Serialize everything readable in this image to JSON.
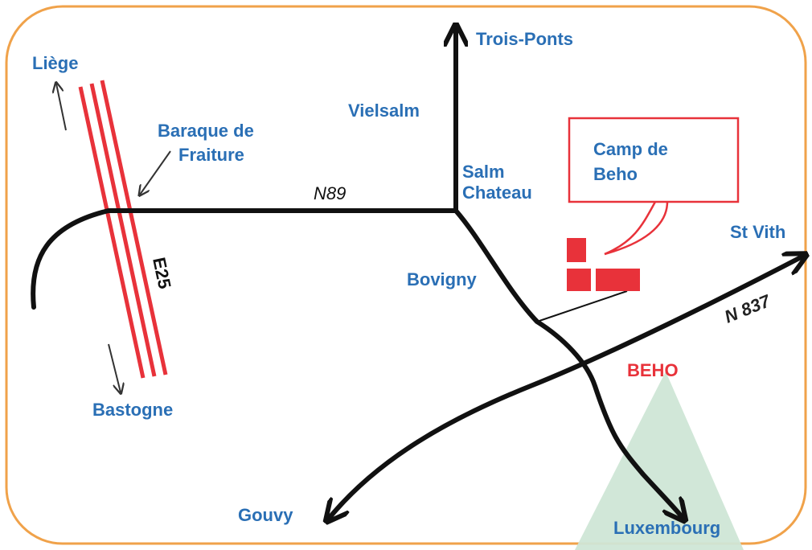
{
  "colors": {
    "frame": "#f0a24a",
    "label_blue": "#2a6fb5",
    "camp_red": "#e8323a",
    "road": "#111111",
    "valley_green": "#cfe6d6"
  },
  "places": {
    "liege": "Liège",
    "bastogne": "Bastogne",
    "baraque_line1": "Baraque de",
    "baraque_line2": "Fraiture",
    "trois_ponts": "Trois-Ponts",
    "vielsalm": "Vielsalm",
    "salm_line1": "Salm",
    "salm_line2": "Chateau",
    "bovigny": "Bovigny",
    "st_vith": "St Vith",
    "gouvy": "Gouvy",
    "luxembourg": "Luxembourg",
    "beho": "BEHO"
  },
  "roads": {
    "n89": "N89",
    "e25": "E25",
    "n837": "N 837"
  },
  "callout": {
    "line1": "Camp de",
    "line2": "Beho"
  },
  "icons": [
    "arrow-icon",
    "camp-building-icon",
    "speech-callout-icon"
  ]
}
